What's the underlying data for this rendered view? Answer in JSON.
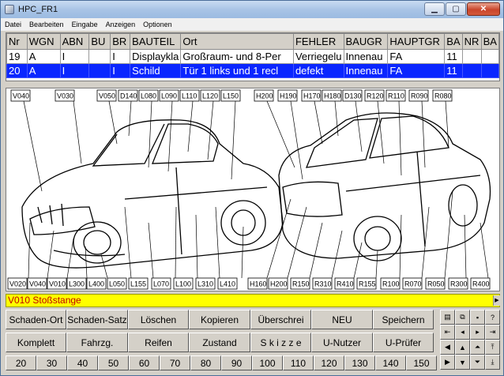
{
  "window": {
    "title": "HPC_FR1"
  },
  "menu": [
    "Datei",
    "Bearbeiten",
    "Eingabe",
    "Anzeigen",
    "Optionen"
  ],
  "table": {
    "columns": [
      "Nr",
      "WGN",
      "ABN",
      "BU",
      "BR",
      "BAUTEIL",
      "Ort",
      "FEHLER",
      "BAUGR",
      "HAUPTGR",
      "BA",
      "NR",
      "BA"
    ],
    "rows": [
      [
        "19",
        "A",
        "I",
        "",
        "I",
        "Displaykla",
        "Großraum- und 8-Per",
        "Verriegelu",
        "Innenau",
        "FA",
        "11",
        "",
        ""
      ],
      [
        "20",
        "A",
        "I",
        "",
        "I",
        "Schild",
        "Tür 1 links und 1 recl",
        "defekt",
        "Innenau",
        "FA",
        "11",
        "",
        ""
      ]
    ]
  },
  "diagram": {
    "top_labels": [
      "V040",
      "V030",
      "V050",
      "D140",
      "L080",
      "L090",
      "L110",
      "L120",
      "L150",
      "H200",
      "H190",
      "H170",
      "H180",
      "D130",
      "R120",
      "R110",
      "R090",
      "R080"
    ],
    "bottom_labels": [
      "V020",
      "V040",
      "V010",
      "L300",
      "L400",
      "L050",
      "L155",
      "L070",
      "L100",
      "L310",
      "L410",
      "H160",
      "H200",
      "R150",
      "R310",
      "R410",
      "R155",
      "R100",
      "R070",
      "R050",
      "R300",
      "R400"
    ]
  },
  "status": {
    "text": "V010 Stoßstange"
  },
  "buttons": {
    "row1": [
      "Schaden-Ort",
      "Schaden-Satz",
      "Löschen",
      "Kopieren",
      "Überschrei",
      "NEU",
      "Speichern"
    ],
    "row2": [
      "Komplett",
      "Fahrzg.",
      "Reifen",
      "Zustand",
      "S k i z z e",
      "U-Nutzer",
      "U-Prüfer"
    ],
    "row3": [
      "20",
      "30",
      "40",
      "50",
      "60",
      "70",
      "80",
      "90",
      "100",
      "110",
      "120",
      "130",
      "140",
      "150"
    ]
  },
  "nav": {
    "icons": [
      "document-icon",
      "copy-icon",
      "save-icon",
      "help-icon",
      "first-icon",
      "prev-icon",
      "next-icon",
      "last-icon",
      "left-icon",
      "up-icon",
      "up-alt-icon",
      "top-icon",
      "right-icon",
      "down-icon",
      "down-alt-icon",
      "bottom-icon"
    ],
    "glyphs": [
      "▤",
      "⧉",
      "▪",
      "?",
      "⇤",
      "◂",
      "▸",
      "⇥",
      "◀",
      "▲",
      "⏶",
      "⤒",
      "▶",
      "▼",
      "⏷",
      "⤓"
    ]
  }
}
